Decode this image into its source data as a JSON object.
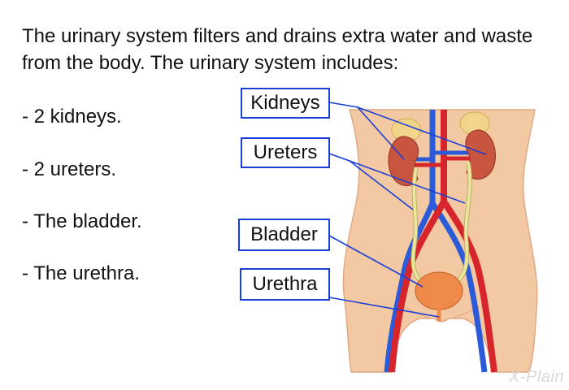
{
  "intro": "The urinary system filters and drains extra water and waste from the body. The urinary system includes:",
  "items": [
    "- 2 kidneys.",
    "- 2 ureters.",
    "- The bladder.",
    "- The urethra."
  ],
  "labels": {
    "kidneys": "Kidneys",
    "ureters": "Ureters",
    "bladder": "Bladder",
    "urethra": "Urethra"
  },
  "watermark": "X-Plain",
  "colors": {
    "skin": "#f3c9a4",
    "artery": "#d7262b",
    "vein": "#2b5bd8",
    "kidney": "#c8553f",
    "adrenal": "#f0d58a",
    "ureter": "#ece6a0",
    "bladder": "#f08a4b",
    "leader": "#1a3fd6"
  }
}
